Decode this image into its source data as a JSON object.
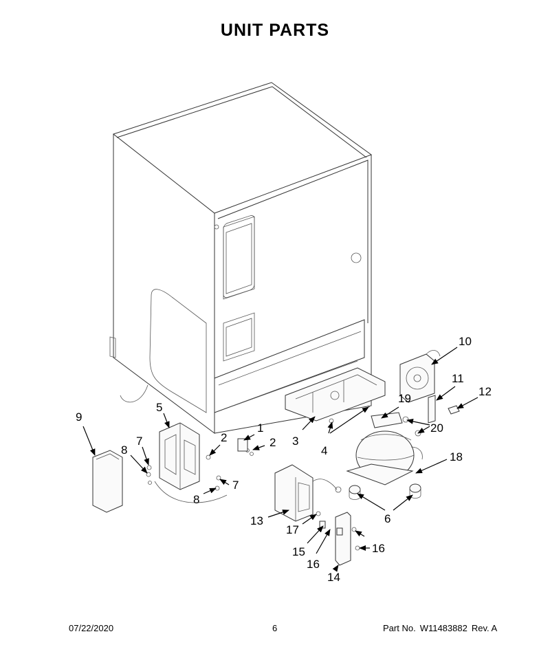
{
  "title": "UNIT PARTS",
  "callouts": [
    "1",
    "2",
    "2",
    "3",
    "4",
    "5",
    "6",
    "7",
    "7",
    "8",
    "8",
    "9",
    "10",
    "11",
    "12",
    "13",
    "14",
    "15",
    "16",
    "16",
    "17",
    "18",
    "19",
    "20"
  ],
  "footer": {
    "date": "07/22/2020",
    "page": "6",
    "part_label": "Part No.",
    "part_number": "W11483882",
    "revision": "Rev.  A"
  }
}
